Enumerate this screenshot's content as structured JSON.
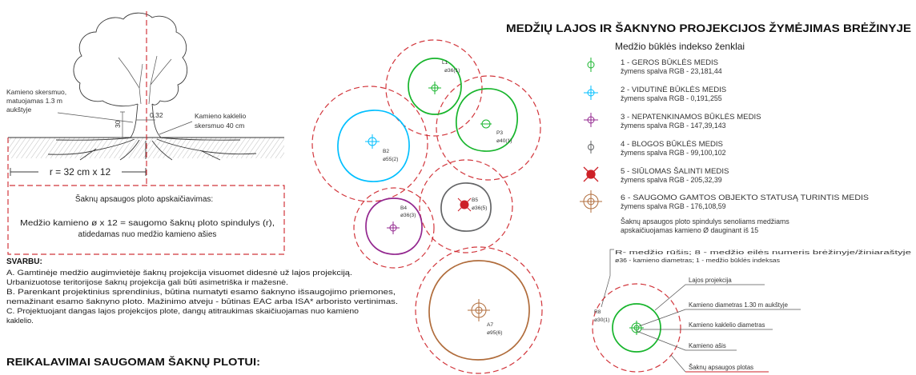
{
  "tree_section": {
    "trunk_diameter_label": [
      "Kamieno skersmuo,",
      "matuojamas 1.3 m",
      "aukštyje"
    ],
    "collar_label": [
      "Kamieno kaklelio",
      "skersmuo 40 cm"
    ],
    "height_dimension": "30",
    "diameter_dimension": "0.32",
    "radius_label": "r = 32 cm x 12",
    "calculation_title": "Šaknų apsaugos ploto apskaičiavimas:",
    "calculation_text": [
      "Medžio kamieno ø x 12 = saugomo šaknų ploto spindulys (r),",
      "atidedamas nuo medžio kamieno ašies"
    ]
  },
  "important": {
    "title": "SVARBU:",
    "lines": [
      "A. Gamtinėje medžio augimvietėje šaknų projekcija visuomet didesnė už lajos projekciją.",
      "Urbanizuotose teritorijose šaknų projekcija gali būti asimetriška ir mažesnė.",
      "B. Parenkant projektinius sprendinius, būtina numatyti esamo šaknyno išsaugojimo priemones,",
      "nemažinant esamo šaknyno ploto. Mažinimo atveju - būtinas EAC arba ISA* arboristo vertinimas.",
      "C. Projektuojant dangas lajos projekcijos plote, dangų atitraukimas skaičiuojamas nuo kamieno",
      "kaklelio."
    ]
  },
  "requirements_title": "REIKALAVIMAI SAUGOMAM ŠAKNŲ PLOTUI:",
  "colors": {
    "root_zone": "#cd2027"
  },
  "trees": [
    {
      "id": "L1",
      "diameter": "ø36(1)"
    },
    {
      "id": "P3",
      "diameter": "ø40(1)"
    },
    {
      "id": "B2",
      "diameter": "ø55(2)"
    },
    {
      "id": "B4",
      "diameter": "ø36(3)"
    },
    {
      "id": "B5",
      "diameter": "ø36(5)"
    },
    {
      "id": "A7",
      "diameter": "ø95(6)"
    }
  ],
  "legend": {
    "title": "MEDŽIŲ LAJOS IR ŠAKNYNO PROJEKCIJOS ŽYMĖJIMAS BRĖŽINYJE",
    "subtitle": "Medžio būklės indekso ženklai",
    "items": [
      {
        "label": "1 - GEROS BŪKLĖS MEDIS",
        "rgb": "žymens spalva RGB - 23,181,44",
        "color": "#17b52c",
        "icon": "good-condition-tree-icon"
      },
      {
        "label": "2 - VIDUTINĖ BŪKLĖS MEDIS",
        "rgb": "žymens spalva RGB - 0,191,255",
        "color": "#00bfff",
        "icon": "medium-condition-tree-icon"
      },
      {
        "label": "3 - NEPATENKINAMOS BŪKLĖS MEDIS",
        "rgb": "žymens spalva RGB - 147,39,143",
        "color": "#93278f",
        "icon": "unsatisfactory-condition-tree-icon"
      },
      {
        "label": "4 - BLOGOS BŪKLĖS MEDIS",
        "rgb": "žymens spalva RGB - 99,100,102",
        "color": "#636466",
        "icon": "bad-condition-tree-icon"
      },
      {
        "label": "5 - SIŪLOMAS ŠALINTI MEDIS",
        "rgb": "žymens spalva RGB - 205,32,39",
        "color": "#cd2027",
        "icon": "removal-tree-icon"
      },
      {
        "label": "6 - SAUGOMO GAMTOS OBJEKTO STATUSĄ TURINTIS MEDIS",
        "rgb": "žymens spalva RGB - 176,108,59",
        "color": "#b06c3b",
        "icon": "protected-tree-icon"
      }
    ],
    "note": [
      "Šaknų apsaugos ploto spindulys senoliams medžiams",
      "apskaičiuojamas kamieno Ø dauginant iš 15"
    ]
  },
  "detail": {
    "key_lines": [
      "R- medžio rūšis; 8 - medžio eilės numeris brėžinyje/žiniaraštyje",
      "ø36 - kamieno diametras; 1 - medžio būklės indeksas"
    ],
    "tree_id": "R8",
    "tree_diameter": "ø30(1)",
    "labels": [
      "Lajos projekcija",
      "Kamieno diametras 1.30 m aukštyje",
      "Kamieno kaklelio diametras",
      "Kamieno ašis",
      "Šaknų apsaugos plotas"
    ]
  }
}
